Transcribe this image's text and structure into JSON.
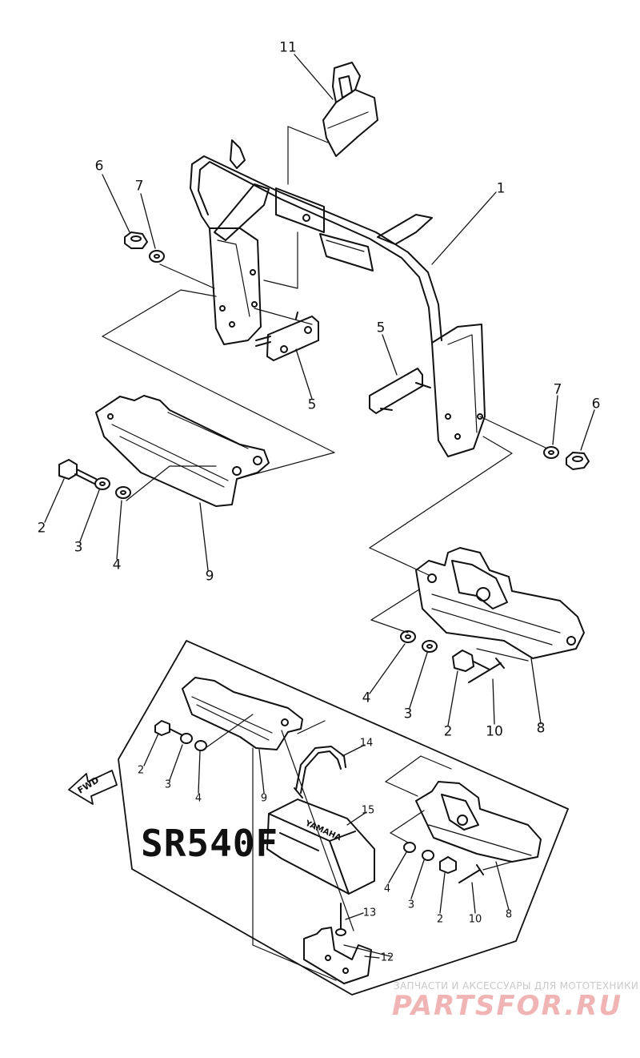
{
  "diagram": {
    "model_label": "SR540F",
    "fwd_label": "FWD",
    "battery_text": "YAMAHA",
    "callouts": [
      {
        "id": "c11",
        "text": "11"
      },
      {
        "id": "c1",
        "text": "1"
      },
      {
        "id": "c6a",
        "text": "6"
      },
      {
        "id": "c7a",
        "text": "7"
      },
      {
        "id": "c5a",
        "text": "5"
      },
      {
        "id": "c5b",
        "text": "5"
      },
      {
        "id": "c7b",
        "text": "7"
      },
      {
        "id": "c6b",
        "text": "6"
      },
      {
        "id": "c2a",
        "text": "2"
      },
      {
        "id": "c3a",
        "text": "3"
      },
      {
        "id": "c4a",
        "text": "4"
      },
      {
        "id": "c9a",
        "text": "9"
      },
      {
        "id": "c4b",
        "text": "4"
      },
      {
        "id": "c3b",
        "text": "3"
      },
      {
        "id": "c2b",
        "text": "2"
      },
      {
        "id": "c10a",
        "text": "10"
      },
      {
        "id": "c8a",
        "text": "8"
      },
      {
        "id": "c14",
        "text": "14"
      },
      {
        "id": "c2c",
        "text": "2"
      },
      {
        "id": "c3c",
        "text": "3"
      },
      {
        "id": "c4c",
        "text": "4"
      },
      {
        "id": "c9b",
        "text": "9"
      },
      {
        "id": "c15",
        "text": "15"
      },
      {
        "id": "c4d",
        "text": "4"
      },
      {
        "id": "c3d",
        "text": "3"
      },
      {
        "id": "c2d",
        "text": "2"
      },
      {
        "id": "c10b",
        "text": "10"
      },
      {
        "id": "c8b",
        "text": "8"
      },
      {
        "id": "c13",
        "text": "13"
      },
      {
        "id": "c12",
        "text": "12"
      }
    ]
  },
  "watermark": {
    "tagline": "ЗАПЧАСТИ И АКСЕССУАРЫ ДЛЯ МОТОТЕХНИКИ",
    "brand": "PARTSFOR.RU"
  }
}
